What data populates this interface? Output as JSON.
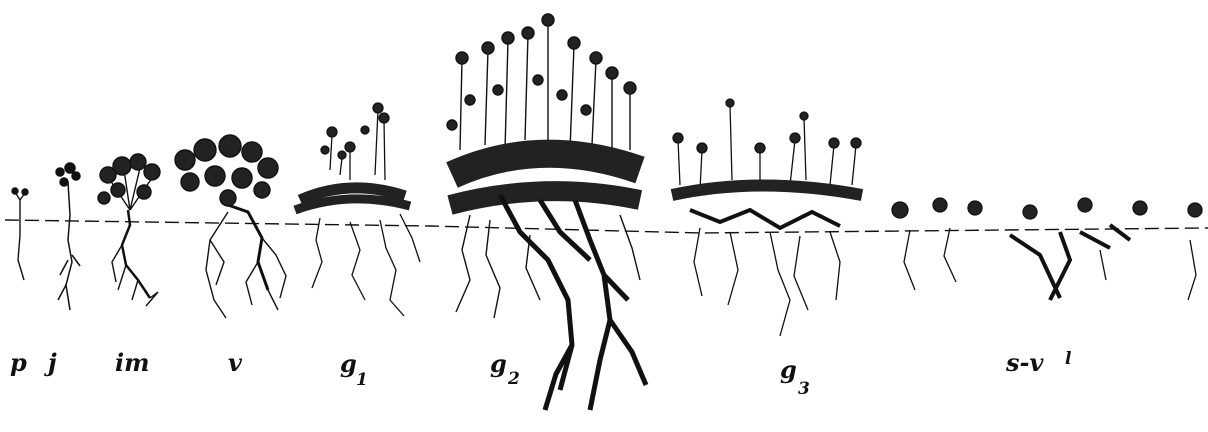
{
  "figure": {
    "ink_color": "#111111",
    "background_color": "#ffffff",
    "ground_line": "dashed",
    "stages": [
      {
        "id": "p",
        "label": "p",
        "sub": "",
        "order": 1
      },
      {
        "id": "j",
        "label": "j",
        "sub": "",
        "order": 2
      },
      {
        "id": "im",
        "label": "im",
        "sub": "",
        "order": 3
      },
      {
        "id": "v",
        "label": "v",
        "sub": "",
        "order": 4
      },
      {
        "id": "g1",
        "label": "g",
        "sub": "1",
        "order": 5
      },
      {
        "id": "g2",
        "label": "g",
        "sub": "2",
        "order": 6
      },
      {
        "id": "g3",
        "label": "g",
        "sub": "3",
        "order": 7
      },
      {
        "id": "sv",
        "label": "s-v",
        "sub": "l",
        "order": 8
      }
    ]
  }
}
